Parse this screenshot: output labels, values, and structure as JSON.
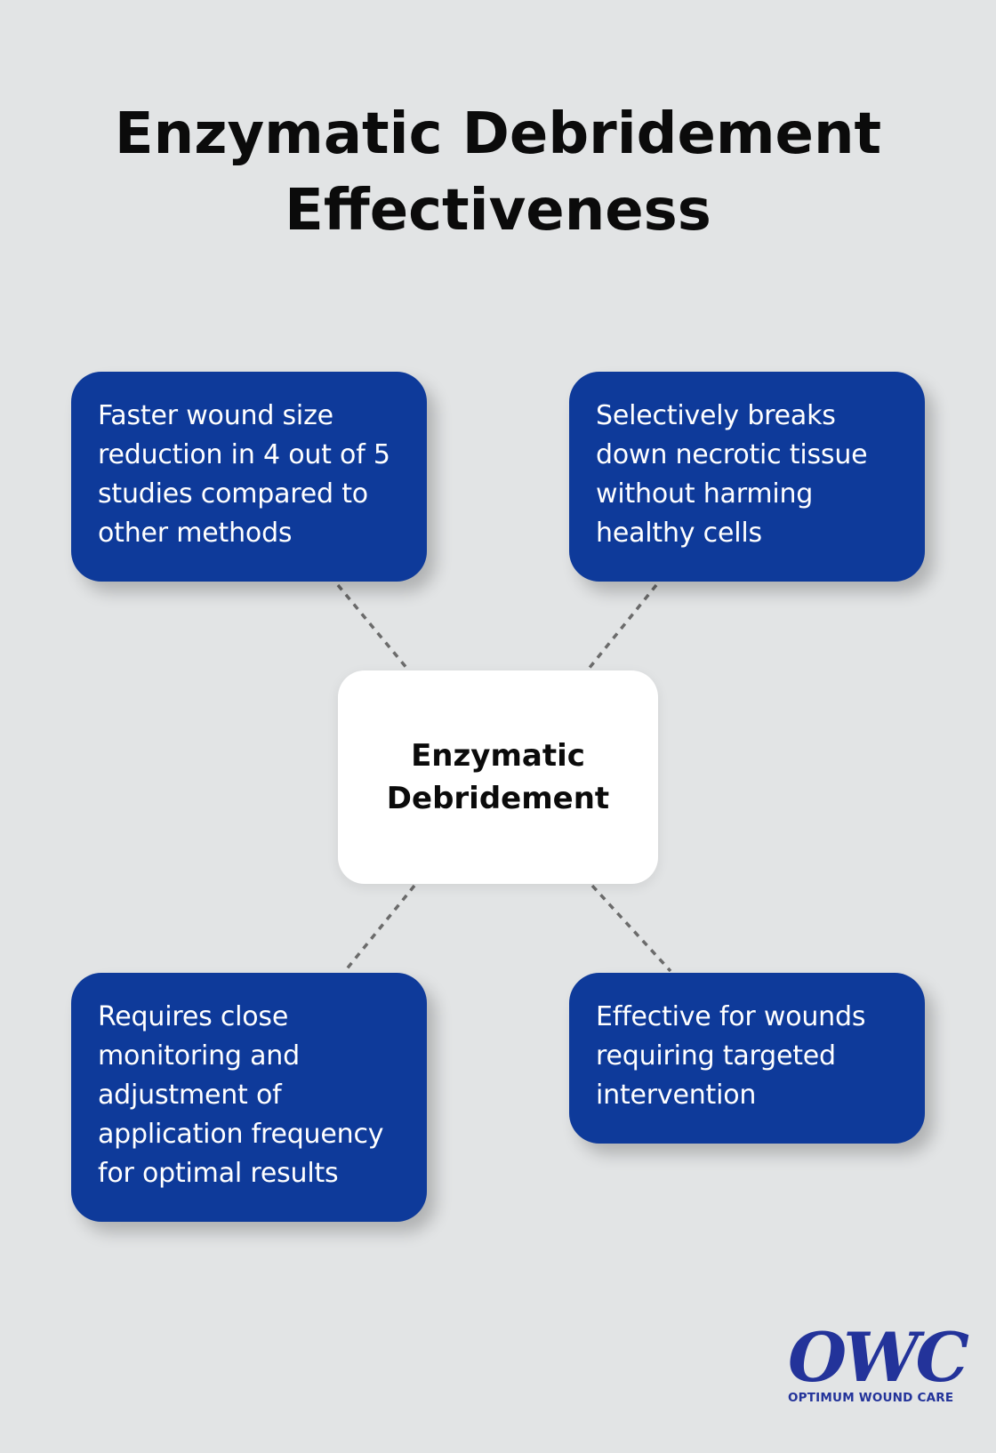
{
  "title": {
    "line1": "Enzymatic Debridement",
    "line2": "Effectiveness"
  },
  "center": {
    "line1": "Enzymatic",
    "line2": "Debridement"
  },
  "cards": {
    "top_left": "Faster wound size reduction in 4 out of 5 studies compared to other methods",
    "top_right": "Selectively breaks down necrotic tissue without harming healthy cells",
    "bottom_left": "Requires close monitoring and adjustment of application frequency for optimal results",
    "bottom_right": "Effective for wounds requiring targeted intervention"
  },
  "logo": {
    "mark": "OWC",
    "name": "OPTIMUM WOUND CARE"
  },
  "colors": {
    "background": "#e2e4e5",
    "card": "#0e3a9a",
    "center": "#ffffff",
    "connector": "#6b6b6b",
    "brand": "#23339a"
  }
}
